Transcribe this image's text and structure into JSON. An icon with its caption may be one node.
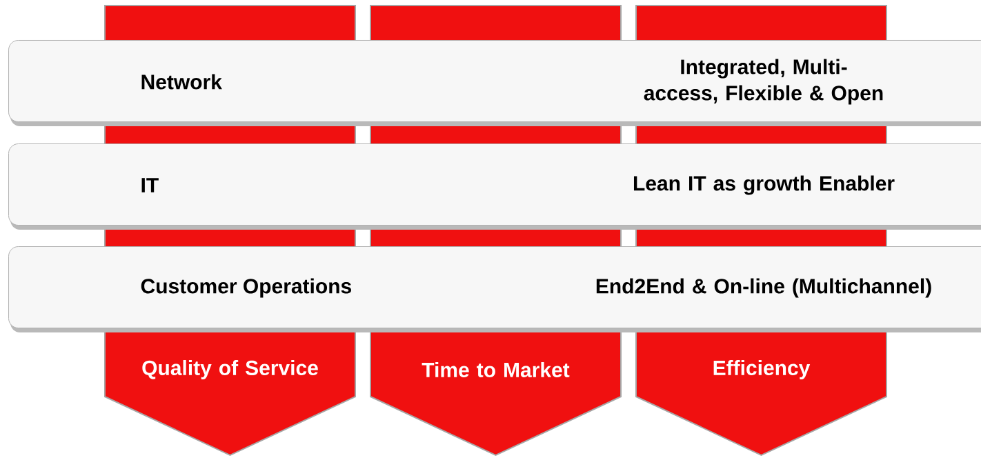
{
  "diagram": {
    "nodes": [
      {
        "text": [
          "Quality of Service"
        ]
      },
      {
        "text": [
          "Time to Market"
        ]
      },
      {
        "text": [
          "Efficiency"
        ]
      },
      {
        "text": [
          "Network",
          "Integrated, Multi-access, Flexible & Open"
        ]
      },
      {
        "text": [
          "IT",
          "Lean IT as growth Enabler"
        ]
      },
      {
        "text": [
          "Customer Operations",
          "End2End & On-line (Multichannel)"
        ]
      }
    ]
  }
}
